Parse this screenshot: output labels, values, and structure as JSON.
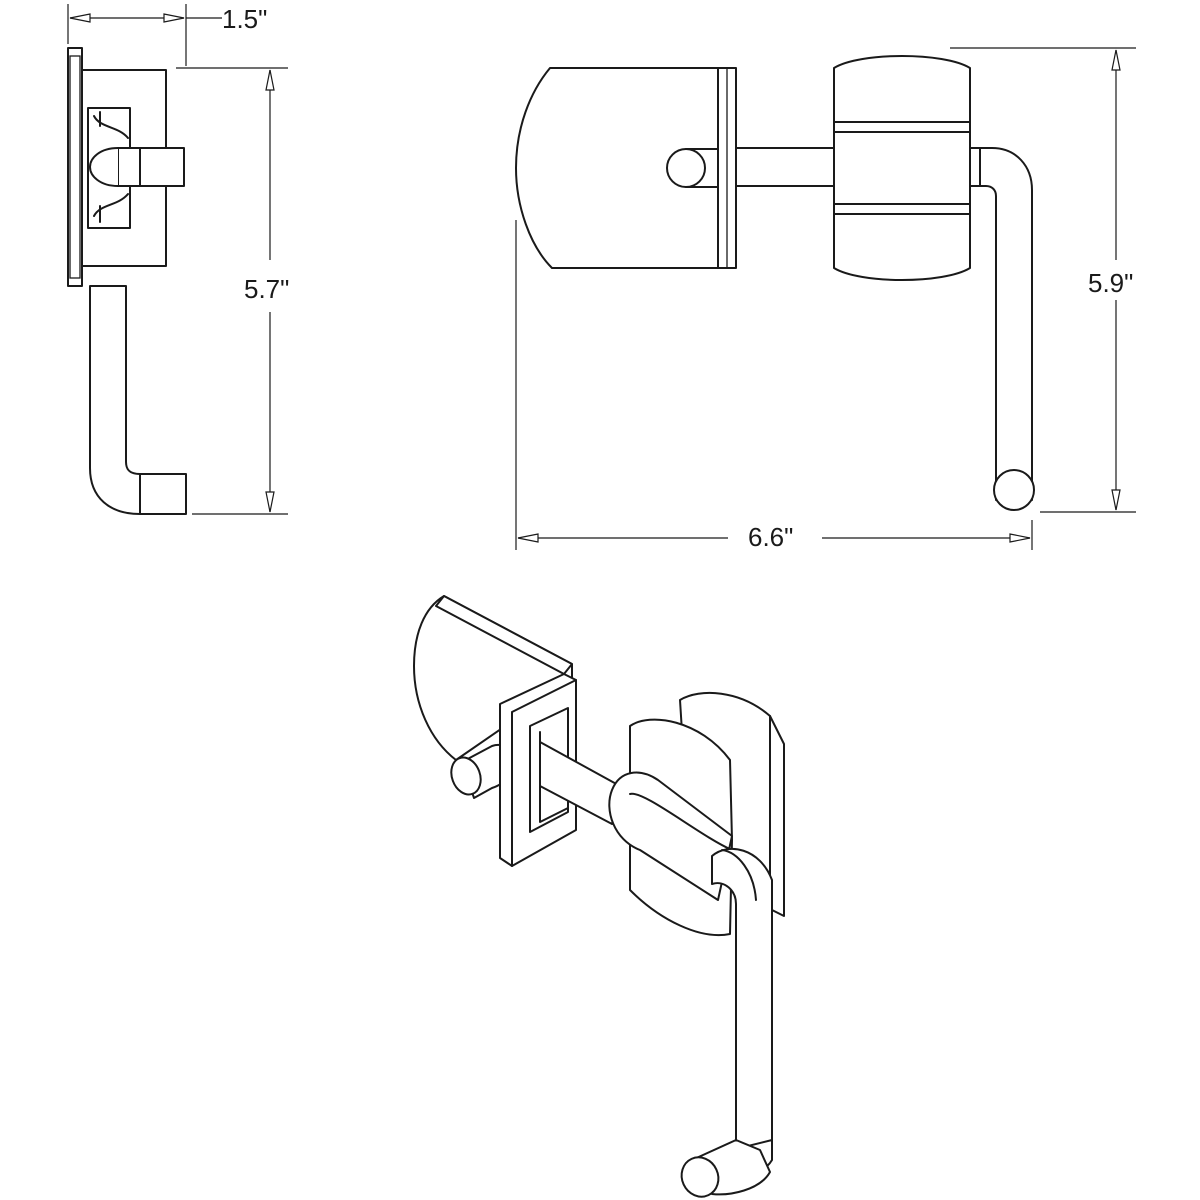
{
  "dimensions": {
    "depth": "1.5\"",
    "side_height": "5.7\"",
    "front_height": "5.9\"",
    "width": "6.6\""
  },
  "colors": {
    "line": "#1a1a1a",
    "background": "#ffffff"
  }
}
